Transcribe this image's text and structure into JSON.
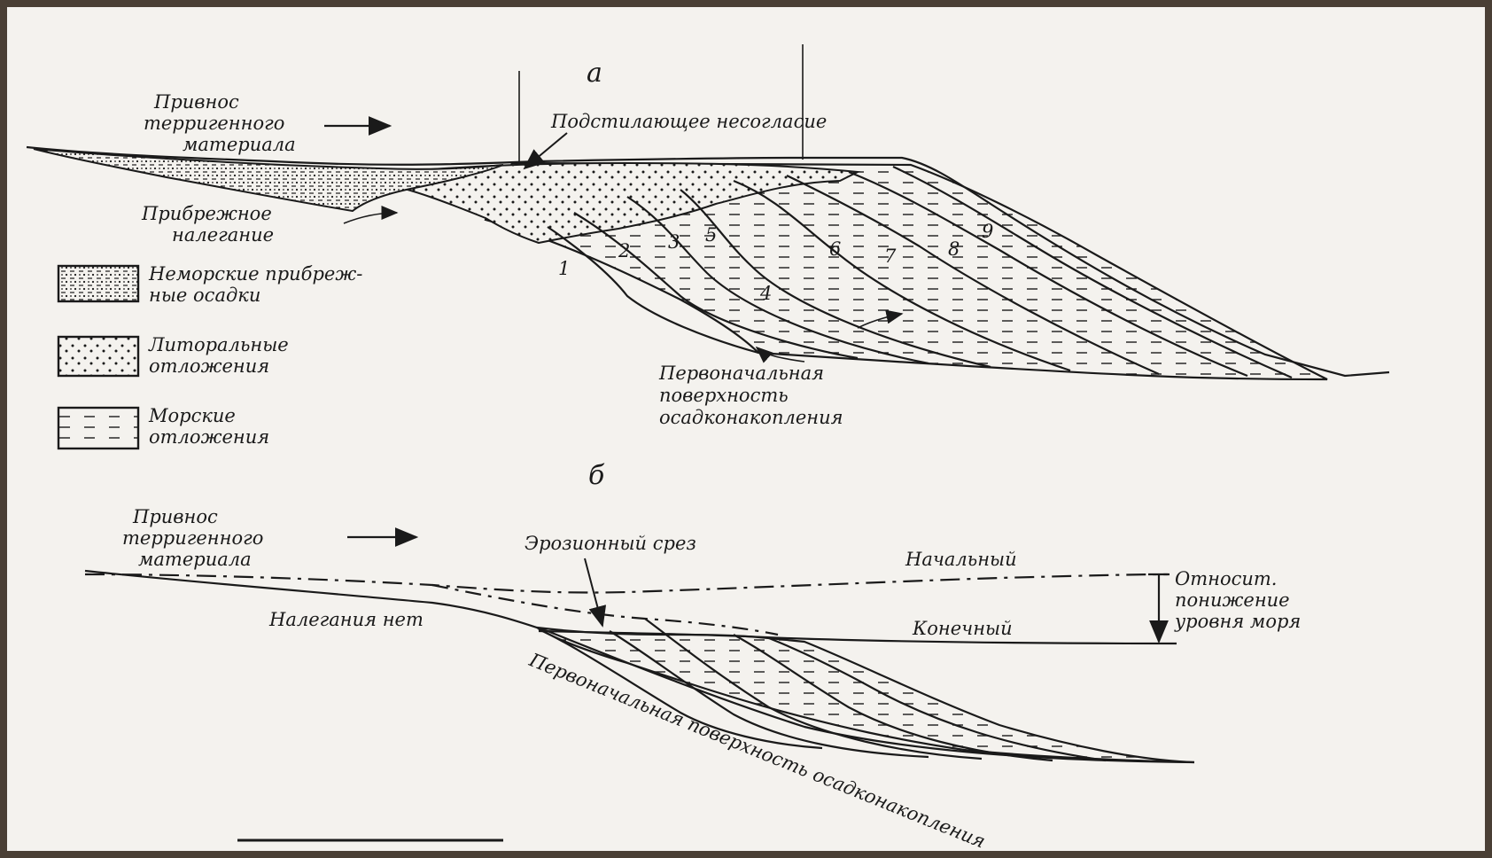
{
  "panel_a": {
    "marker": "а",
    "input_line1": "Привнос",
    "input_line2": "терригенного",
    "input_line3": "материала",
    "unconformity": "Подстилающее несогласие",
    "coastal_line1": "Прибрежное",
    "coastal_line2": "налегание",
    "initial_surface_line1": "Первоначальная",
    "initial_surface_line2": "поверхность",
    "initial_surface_line3": "осадконакопления",
    "unit_numbers": [
      "1",
      "2",
      "3",
      "4",
      "5",
      "6",
      "7",
      "8",
      "9"
    ]
  },
  "legend": {
    "nonmarine_line1": "Неморские прибреж-",
    "nonmarine_line2": "ные осадки",
    "littoral_line1": "Литоральные",
    "littoral_line2": "отложения",
    "marine_line1": "Морские",
    "marine_line2": "отложения"
  },
  "panel_b": {
    "marker": "б",
    "input_line1": "Привнос",
    "input_line2": "терригенного",
    "input_line3": "материала",
    "erosion": "Эрозионный срез",
    "no_onlap": "Налегания нет",
    "initial_level": "Начальный",
    "final_level": "Конечный",
    "sea_drop_line1": "Относит.",
    "sea_drop_line2": "понижение",
    "sea_drop_line3": "уровня моря",
    "initial_surface": "Первоначальная поверхность осадконакопления"
  }
}
